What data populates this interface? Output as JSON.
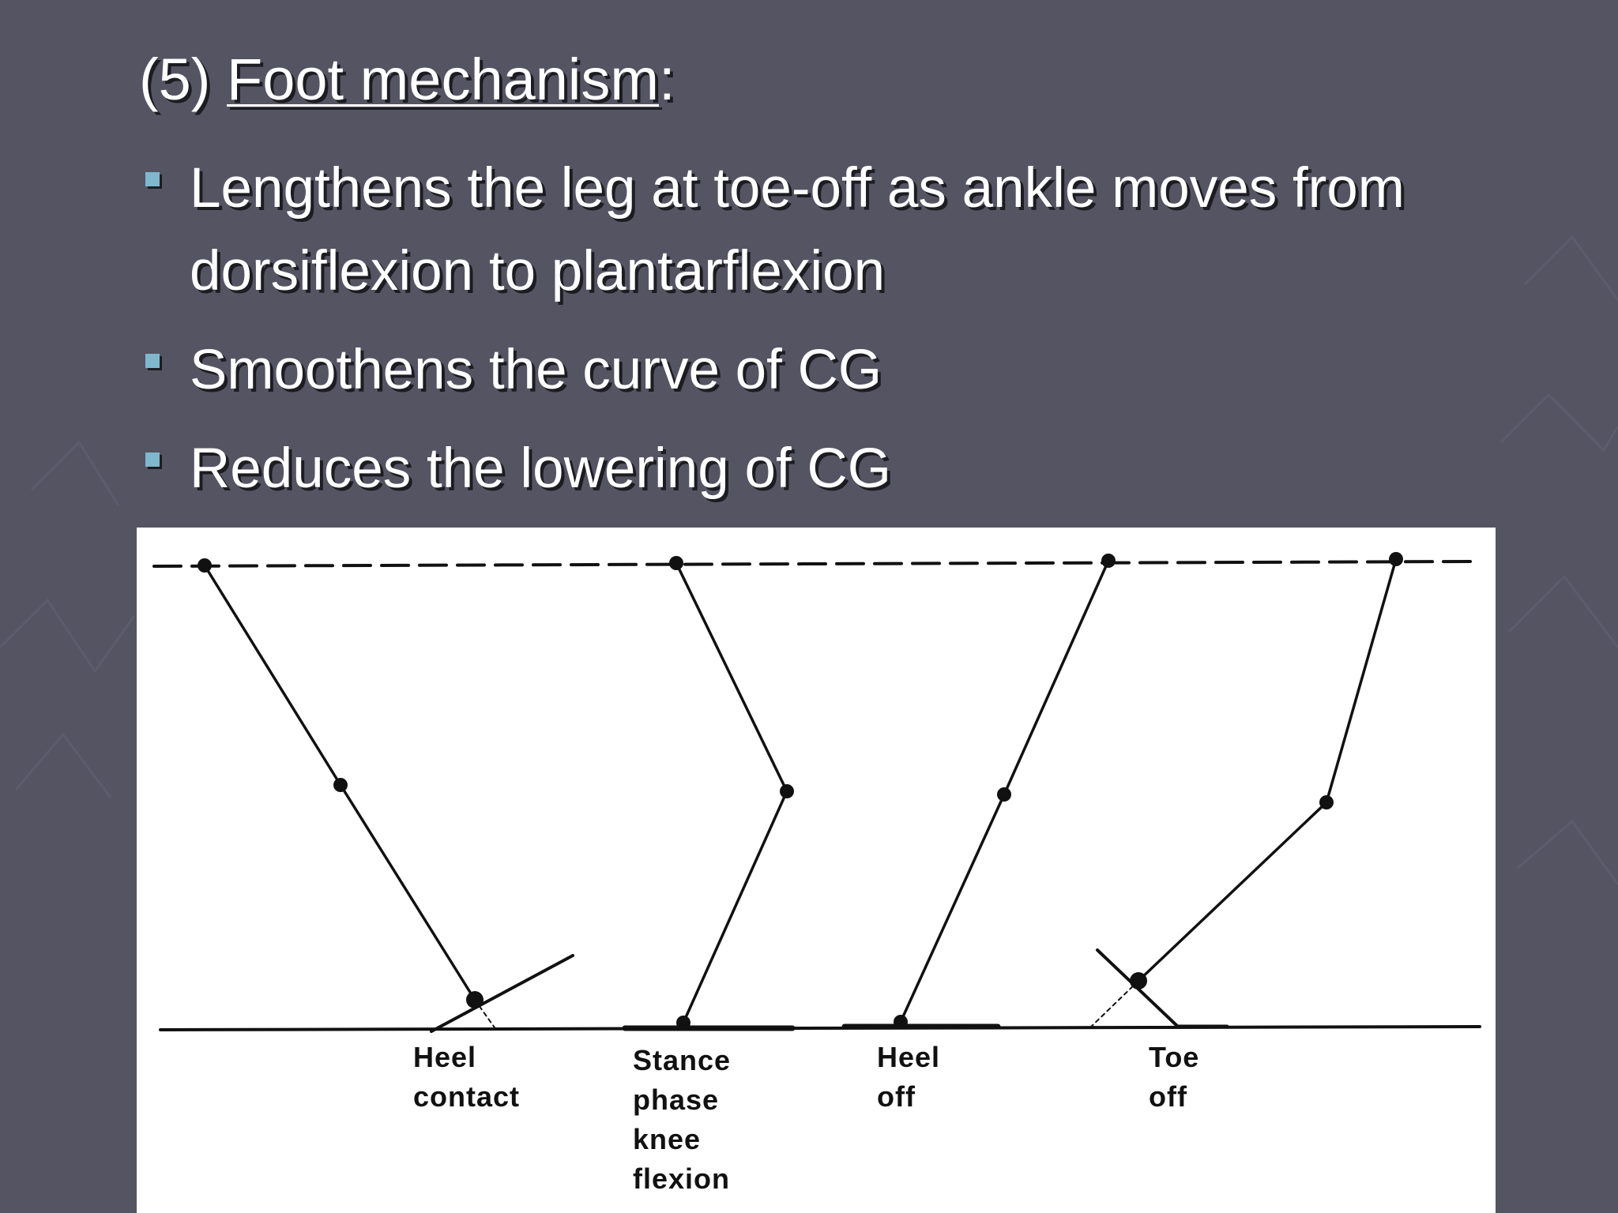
{
  "slide": {
    "title_number": "(5)",
    "title_text": "Foot mechanism",
    "title_suffix": ":",
    "bullets": [
      "Lengthens the leg at toe-off as ankle moves from dorsiflexion to plantarflexion",
      "Smoothens the curve of CG",
      "Reduces the lowering of CG"
    ]
  },
  "figure": {
    "phases": [
      {
        "label": "Heel\ncontact"
      },
      {
        "label": "Stance\nphase\nknee\nflexion"
      },
      {
        "label": "Heel\noff"
      },
      {
        "label": "Toe\noff"
      }
    ]
  },
  "colors": {
    "background": "#545463",
    "bullet_marker": "#7fb8cc",
    "text": "#ffffff",
    "figure_background": "#ffffff",
    "figure_ink": "#111111"
  }
}
